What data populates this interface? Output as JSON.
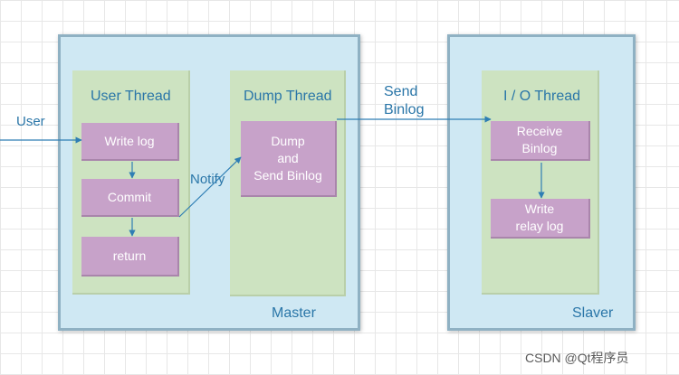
{
  "master": {
    "label": "Master",
    "user_thread": {
      "title": "User Thread",
      "steps": [
        "Write log",
        "Commit",
        "return"
      ]
    },
    "dump_thread": {
      "title": "Dump Thread",
      "step": "Dump\nand\nSend  Binlog"
    }
  },
  "slaver": {
    "label": "Slaver",
    "io_thread": {
      "title": "I / O Thread",
      "steps": [
        "Receive\nBinlog",
        "Write\nrelay log"
      ]
    }
  },
  "edges": {
    "user_label": "User",
    "notify_label": "Notify",
    "send_binlog_label": "Send\nBinlog"
  },
  "colors": {
    "arrow": "#2e7eb4",
    "outer_fill": "#cfe8f3",
    "thread_fill": "#cde3c1",
    "block_fill": "#c7a2c9"
  },
  "watermark": "CSDN @Qt程序员"
}
